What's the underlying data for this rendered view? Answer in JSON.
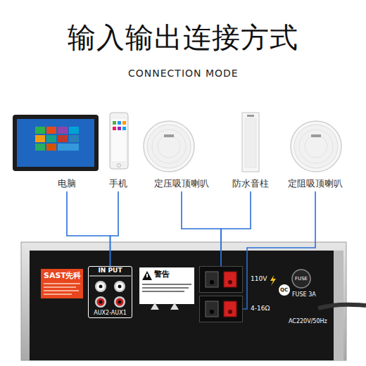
{
  "diagram": {
    "title": "输入输出连接方式",
    "nodes": [
      {
        "text": [
          "电脑"
        ]
      },
      {
        "text": [
          "手机"
        ]
      },
      {
        "text": [
          "定压吸顶喇叭"
        ]
      },
      {
        "text": [
          "防水音柱"
        ]
      },
      {
        "text": [
          "定阻吸顶喇叭"
        ]
      },
      {
        "text": [
          "IN PUT",
          "AUX2-AUX1"
        ]
      },
      {
        "text": [
          "110V"
        ]
      },
      {
        "text": [
          "4-16Ω"
        ]
      }
    ],
    "edges": [
      {
        "from": 0,
        "to": 5,
        "arrow": "none"
      },
      {
        "from": 1,
        "to": 5,
        "arrow": "none"
      },
      {
        "from": 2,
        "to": 6,
        "arrow": "none"
      },
      {
        "from": 3,
        "to": 6,
        "arrow": "none"
      },
      {
        "from": 4,
        "to": 7,
        "arrow": "none"
      }
    ],
    "labels": [
      "CONNECTION MODE",
      "SAST",
      "先科",
      "警告",
      "FUSE",
      "QC",
      "FUSE 3A",
      "AC220V/50Hz"
    ]
  }
}
